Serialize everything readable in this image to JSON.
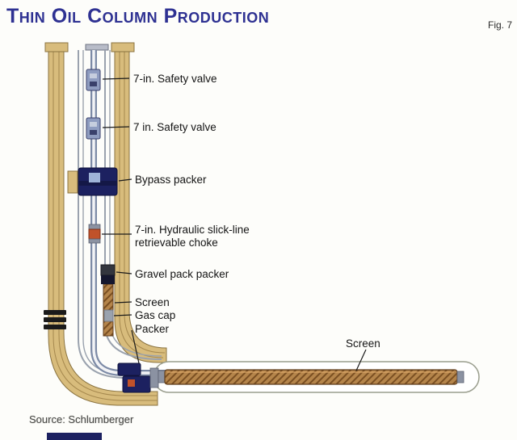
{
  "header": {
    "title": "Thin Oil Column Production",
    "figure_label": "Fig. 7"
  },
  "diagram": {
    "labels": {
      "safety_valve_upper": "7-in. Safety valve",
      "safety_valve_lower": "7 in. Safety valve",
      "bypass_packer": "Bypass packer",
      "choke_line1": "7-in. Hydraulic slick-line",
      "choke_line2": "retrievable choke",
      "gravel_pack_packer": "Gravel pack packer",
      "screen_vertical": "Screen",
      "gas_cap": "Gas cap",
      "packer": "Packer",
      "screen_horizontal": "Screen"
    },
    "colors": {
      "title_navy": "#2e3192",
      "casing_tan": "#d8bc7c",
      "casing_outline": "#8a7340",
      "packer_navy": "#1c2160",
      "choke_orange": "#c0522a",
      "screen_brown": "#b5854b"
    }
  },
  "footer": {
    "source": "Source: Schlumberger"
  }
}
